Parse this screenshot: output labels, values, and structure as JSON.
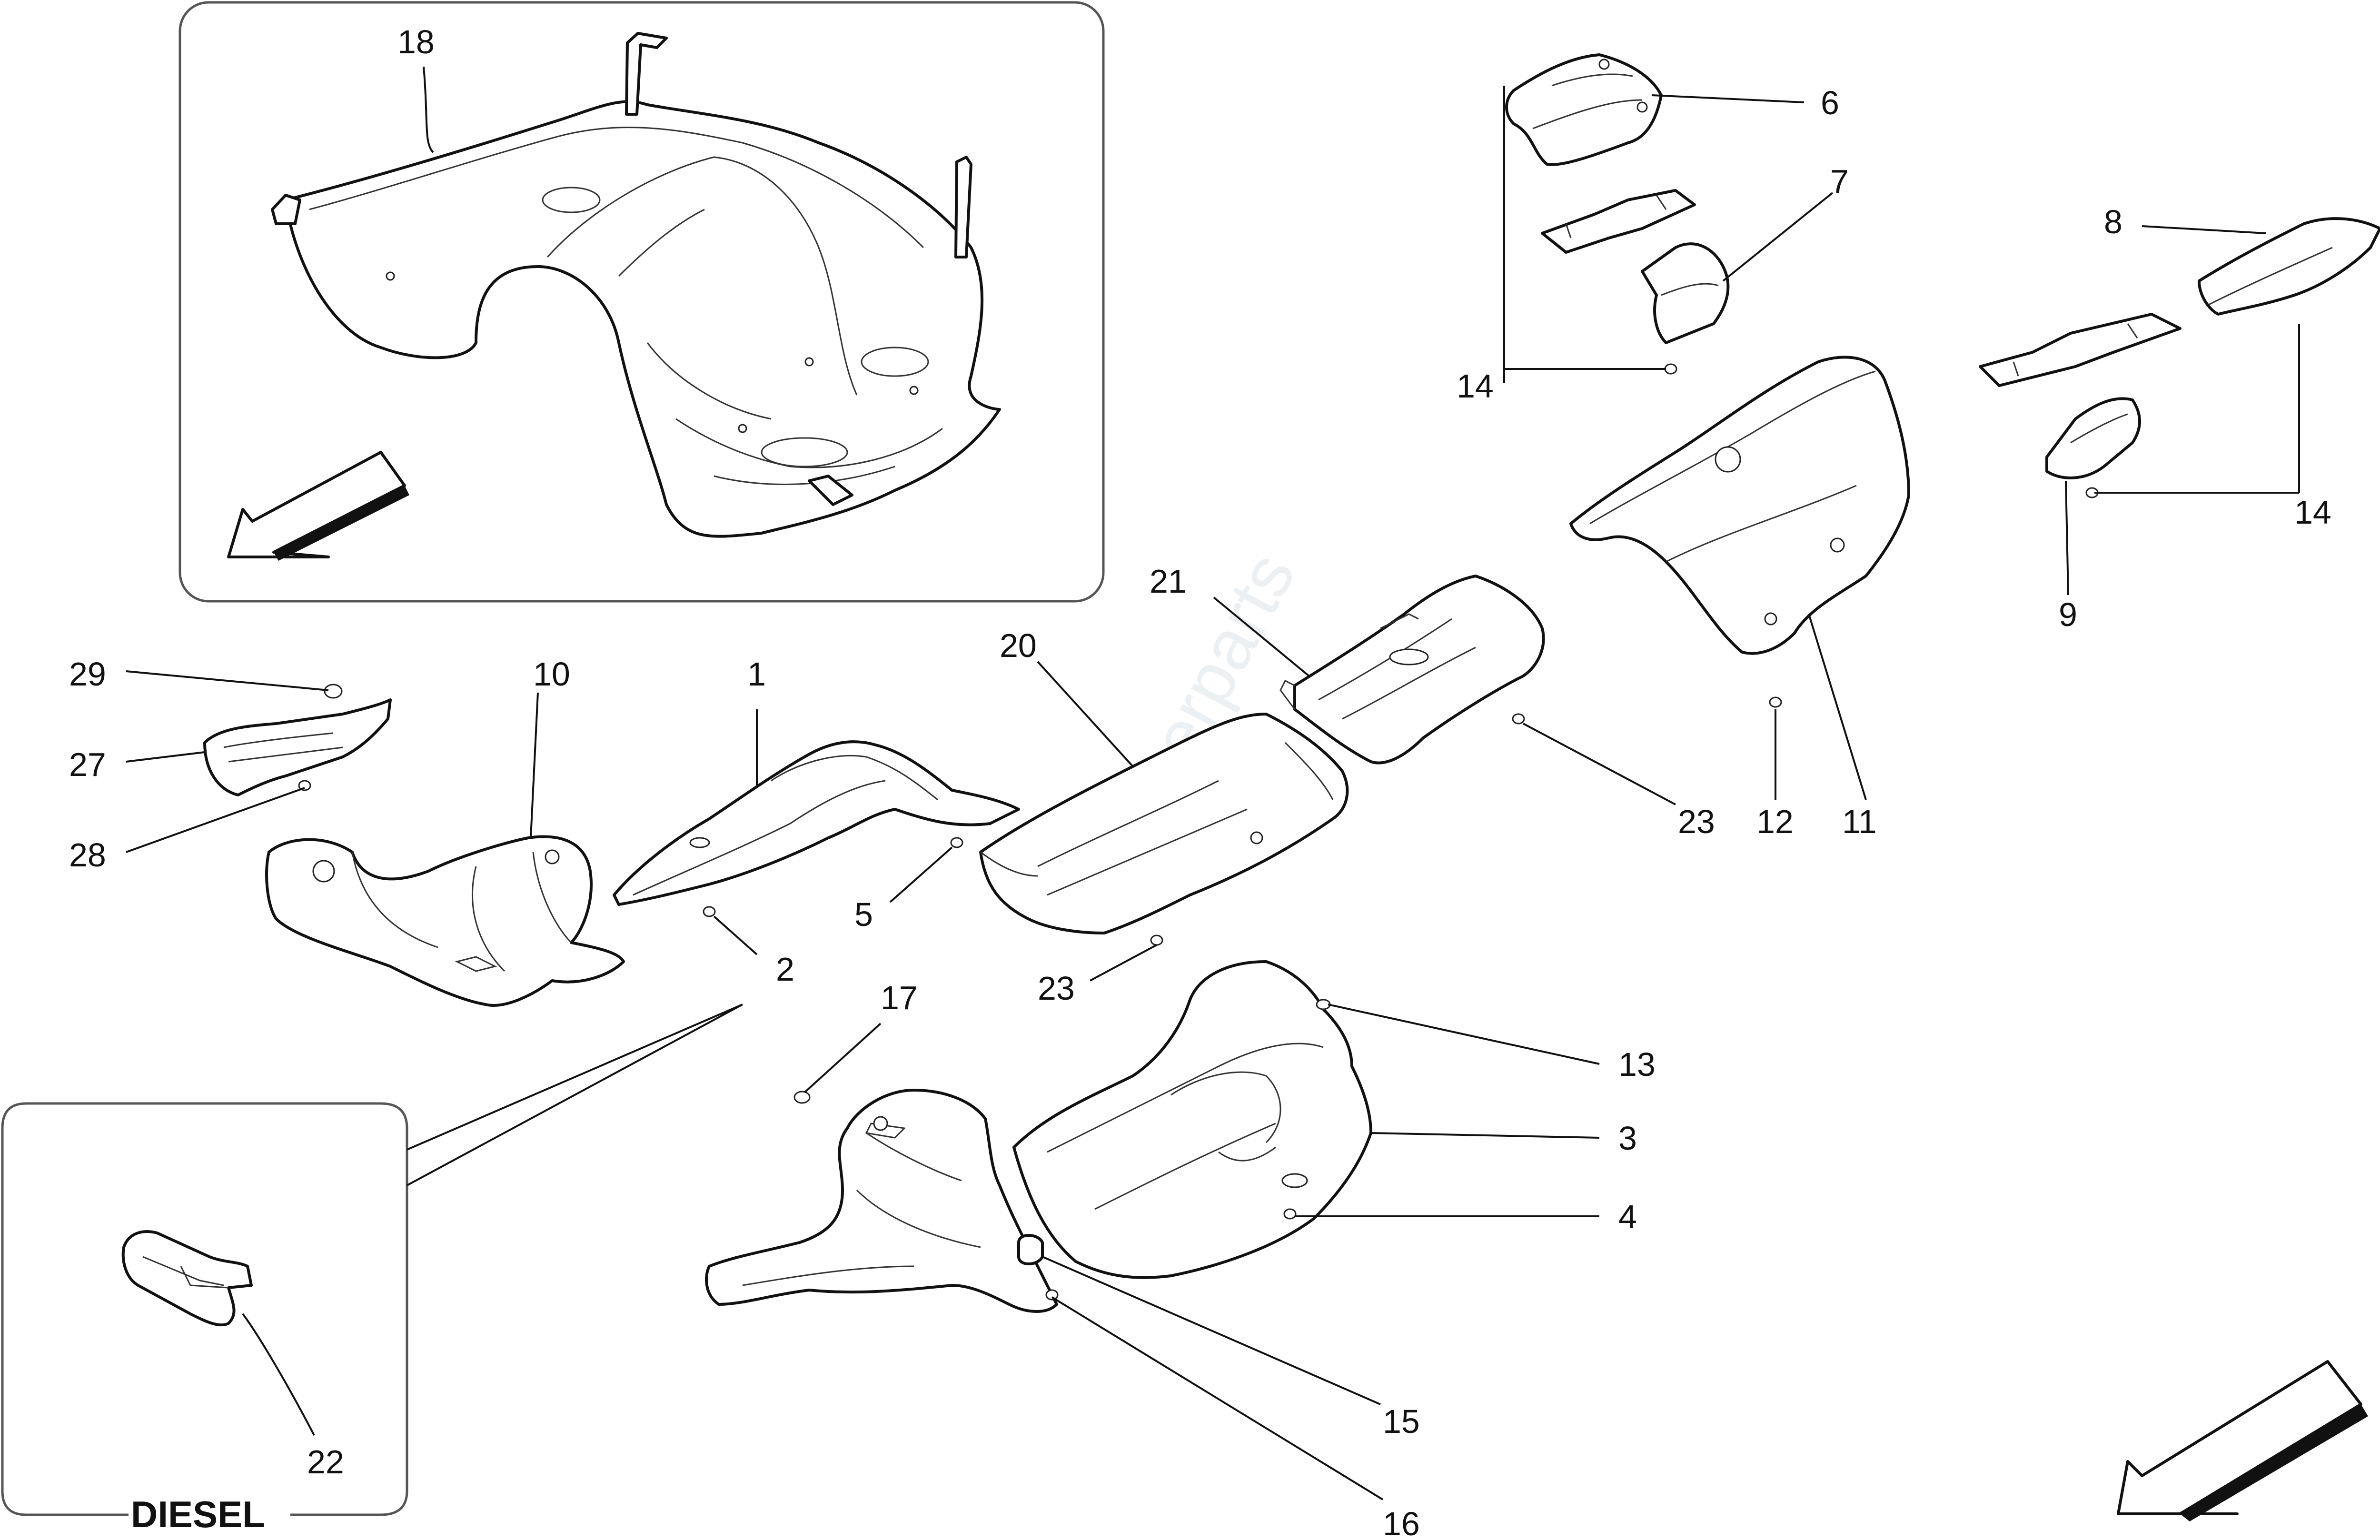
{
  "watermark": {
    "text_main": "Maserparts",
    "text_prefix": "e"
  },
  "callouts": {
    "c1": "1",
    "c2": "2",
    "c3": "3",
    "c4": "4",
    "c5": "5",
    "c6": "6",
    "c7": "7",
    "c8": "8",
    "c9": "9",
    "c10": "10",
    "c11": "11",
    "c12": "12",
    "c13": "13",
    "c14a": "14",
    "c14b": "14",
    "c15": "15",
    "c16": "16",
    "c17": "17",
    "c18": "18",
    "c20": "20",
    "c21": "21",
    "c22": "22",
    "c23a": "23",
    "c23b": "23",
    "c27": "27",
    "c28": "28",
    "c29": "29"
  },
  "inset_diesel": {
    "label": "DIESEL"
  },
  "colors": {
    "line": "#111111",
    "inset_border": "#555555",
    "background": "#ffffff"
  }
}
